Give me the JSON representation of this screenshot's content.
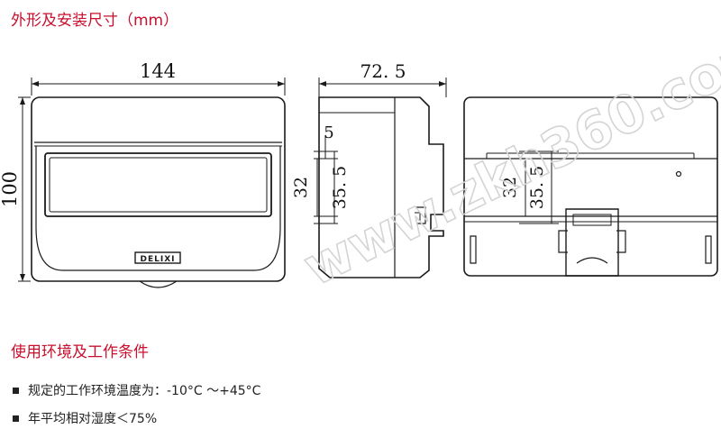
{
  "headings": {
    "dimensions": "外形及安装尺寸（mm）",
    "environment": "使用环境及工作条件"
  },
  "dimensions": {
    "width": "144",
    "depth": "72. 5",
    "height": "100",
    "rail_offset": "5",
    "rail_a": "32",
    "rail_b": "35. 5"
  },
  "brand": "DELIXI",
  "watermark": "www.zkh360.com",
  "conditions": [
    "规定的工作环境温度为：-10°C ～+45°C",
    "年平均相对湿度＜75%"
  ],
  "colors": {
    "heading": "#c8102e",
    "line": "#1a1a1a"
  }
}
